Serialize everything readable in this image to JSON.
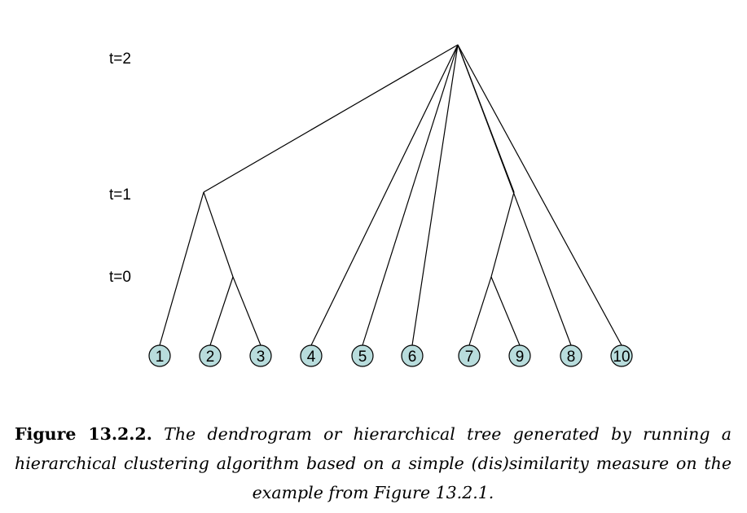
{
  "levels": [
    {
      "label": "t=2"
    },
    {
      "label": "t=1"
    },
    {
      "label": "t=0"
    }
  ],
  "leaves": [
    "1",
    "2",
    "3",
    "4",
    "5",
    "6",
    "7",
    "9",
    "8",
    "10"
  ],
  "colors": {
    "node_fill": "#b8dcdc",
    "stroke": "#000000"
  },
  "caption": {
    "label": "Figure 13.2.2.",
    "text": "The dendrogram or hierarchical tree generated by running a hierarchical clustering algorithm based on a simple (dis)similarity measure on the example from Figure 13.2.1."
  }
}
